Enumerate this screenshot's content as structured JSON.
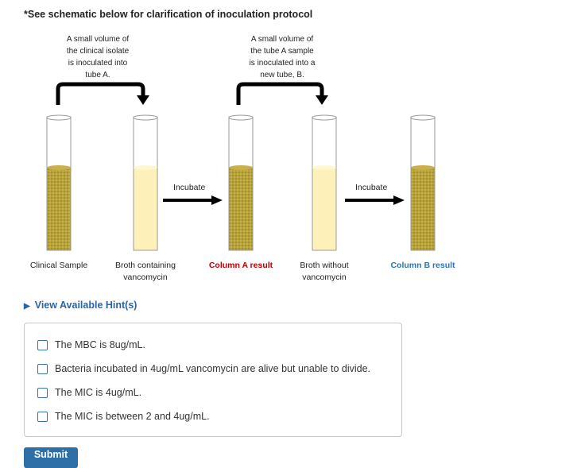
{
  "heading": "*See schematic below for clarification of inoculation protocol",
  "schematic": {
    "caption_left": [
      "A small volume of",
      "the clinical isolate",
      "is inoculated into",
      "tube A."
    ],
    "caption_right": [
      "A small volume of",
      "the tube A sample",
      "is inoculated into a",
      "new tube, B."
    ],
    "incubate_1": "Incubate",
    "incubate_2": "Incubate",
    "tube_labels": {
      "clinical": "Clinical Sample",
      "broth_vanco": [
        "Broth containing",
        "vancomycin"
      ],
      "column_a": "Column A result",
      "broth_no_vanco": [
        "Broth without",
        "vancomycin"
      ],
      "column_b": "Column B result"
    },
    "colors": {
      "turbid": "#b8a23a",
      "clear_broth": "#fdf0b8",
      "arrow": "#000000",
      "column_a": "#c00000",
      "column_b": "#2e75b6"
    }
  },
  "hint": {
    "label": "View Available Hint(s)",
    "icon": "triangle-right-icon"
  },
  "options": [
    "The MBC is 8ug/mL.",
    "Bacteria incubated in 4ug/mL vancomycin are alive but unable to divide.",
    "The MIC is 4ug/mL.",
    "The MIC is between 2 and 4ug/mL."
  ],
  "submit_label": "Submit"
}
